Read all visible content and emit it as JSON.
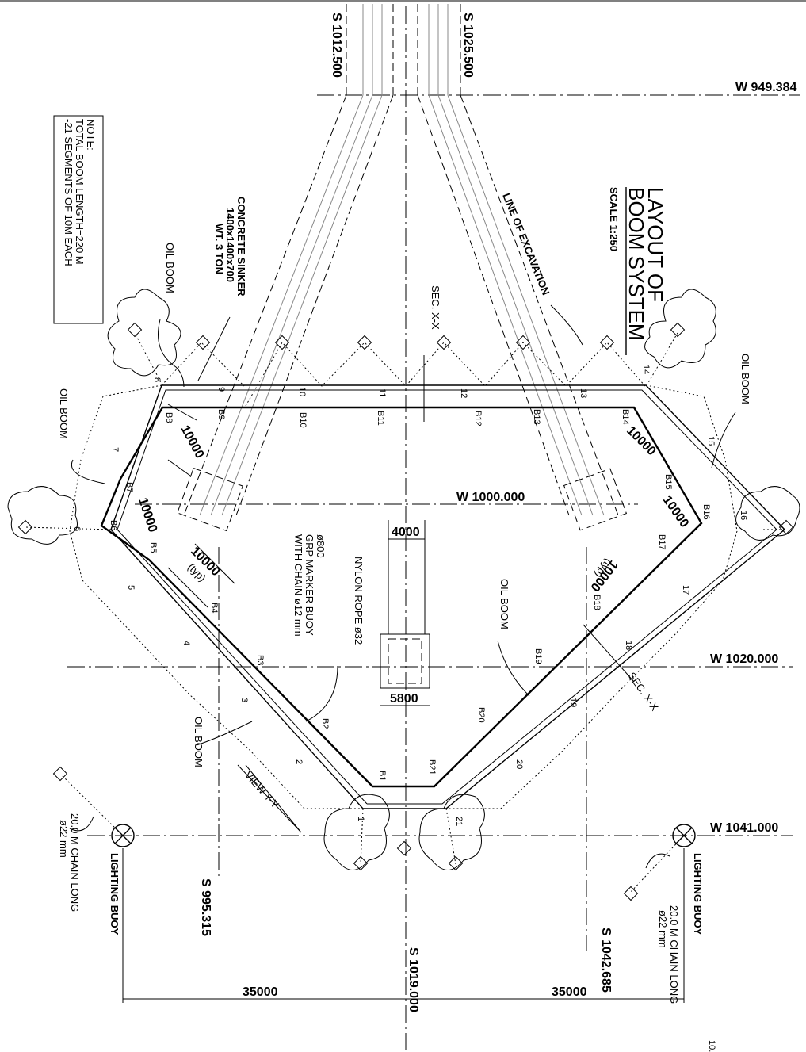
{
  "grid": {
    "s_1012": "S 1012.500",
    "s_1025": "S 1025.500",
    "s_995": "S 995.315",
    "s_1019": "S 1019.000",
    "s_1042": "S 1042.685",
    "w_949": "W 949.384",
    "w_1000": "W 1000.000",
    "w_1020": "W 1020.000",
    "w_1041": "W 1041.000"
  },
  "title": {
    "line1": "LAYOUT OF",
    "line2": "BOOM SYSTEM",
    "scale": "SCALE 1:250"
  },
  "note": {
    "line1": "NOTE:",
    "line2": "TOTAL BOOM LENGTH=220 M",
    "line3": "-21 SEGMENTS OF 10M EACH"
  },
  "callouts": {
    "sinker1": "CONCRETE SINKER",
    "sinker2": "1400x1400x700",
    "sinker3": "WT. 3 TON",
    "excavation": "LINE OF EXCAVATION",
    "sec_top": "SEC. X-X",
    "sec_right": "SEC. X-X",
    "view": "VIEW Y-Y",
    "marker1": "ø800",
    "marker2": "GRP MARKER BUOY",
    "marker3": "WITH CHAIN ø12 mm",
    "nylon": "NYLON ROPE ø32",
    "oil_boom": "OIL BOOM",
    "lighting_buoy": "LIGHTING BUOY",
    "chain1": "20.0 M CHAIN LONG",
    "chain2": "ø22 mm"
  },
  "dims": {
    "d10000": "10000",
    "typ": "(typ)",
    "d4000": "4000",
    "d5800": "5800",
    "d35000": "35000"
  },
  "boom_labels": [
    "B1",
    "B2",
    "B3",
    "B4",
    "B5",
    "B6",
    "B7",
    "B8",
    "B9",
    "B10",
    "B11",
    "B12",
    "B13",
    "B14",
    "B15",
    "B16",
    "B17",
    "B18",
    "B19",
    "B20",
    "B21"
  ],
  "node_numbers": [
    "1",
    "2",
    "3",
    "4",
    "5",
    "6",
    "7",
    "8",
    "9",
    "10",
    "11",
    "12",
    "13",
    "14",
    "15",
    "16",
    "17",
    "18",
    "19",
    "20",
    "21"
  ],
  "corner_mark": "10."
}
